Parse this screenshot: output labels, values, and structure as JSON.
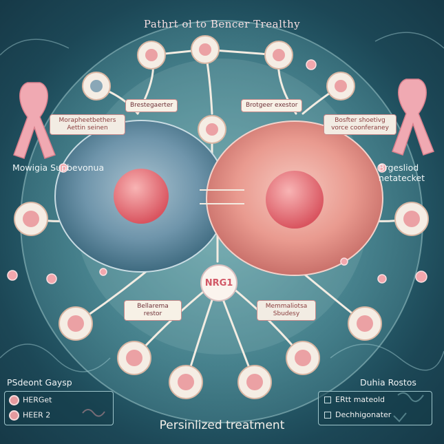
{
  "title": "Pathrt ol to Bencer Trealthy",
  "left_side_label": "Mowigia Supbevonua",
  "right_side_label": "Brgesliod netatecket",
  "tags": {
    "top_left": "Brestegaerter",
    "top_right": "Brotgeer exestor",
    "upper_left": "Morapheetbethers Aettin seinen",
    "upper_right": "Bosfter shoetivg vorce coonferaney",
    "mid_left": "Bellarema restor",
    "mid_right": "Memmaliotsa Sbudesy"
  },
  "center_badge": "NRG1",
  "left_legend": {
    "heading": "PSdeont Gaysp",
    "items": [
      "HERGet",
      "HEER 2"
    ]
  },
  "right_legend": {
    "heading": "Duhia Rostos",
    "items": [
      "ERtt mateold",
      "Dechhigonater"
    ]
  },
  "bottom_title": "Persinlized treatment",
  "colors": {
    "background": "#2e6a78",
    "ribbon": "#f0a9b2",
    "blue_cell": "#6f95ab",
    "pink_cell": "#e99a8f",
    "nucleus": "#e96f78",
    "node_fill": "#f5ede4"
  }
}
